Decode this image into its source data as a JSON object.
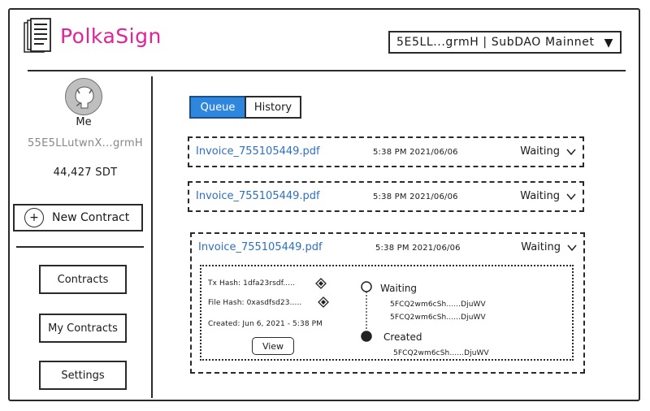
{
  "header": {
    "brand": "PolkaSign",
    "network_select": "5E5LL...grmH | SubDAO Mainnet"
  },
  "sidebar": {
    "user_name": "Me",
    "address": "55E5LLutwnX...grmH",
    "balance": "44,427 SDT",
    "new_contract_label": "New Contract",
    "nav": [
      {
        "label": "Contracts"
      },
      {
        "label": "My Contracts"
      },
      {
        "label": "Settings"
      }
    ]
  },
  "tabs": [
    {
      "label": "Queue",
      "active": true
    },
    {
      "label": "History",
      "active": false
    }
  ],
  "contracts": [
    {
      "file": "Invoice_755105449.pdf",
      "time": "5:38 PM 2021/06/06",
      "status": "Waiting"
    },
    {
      "file": "Invoice_755105449.pdf",
      "time": "5:38 PM 2021/06/06",
      "status": "Waiting"
    },
    {
      "file": "Invoice_755105449.pdf",
      "time": "5:38 PM 2021/06/06",
      "status": "Waiting"
    }
  ],
  "detail": {
    "tx_hash": "Tx Hash: 1dfa23rsdf.....",
    "file_hash": "File Hash: 0xasdfsd23.....",
    "created": "Created: Jun 6, 2021 - 5:38 PM",
    "view_label": "View",
    "timeline": {
      "waiting_label": "Waiting",
      "waiting_addrs": [
        "5FCQ2wm6cSh......DjuWV",
        "5FCQ2wm6cSh......DjuWV"
      ],
      "created_label": "Created",
      "created_addr": "5FCQ2wm6cSh......DjuWV"
    }
  },
  "colors": {
    "brand": "#e0239a",
    "accent": "#2f86dd",
    "link": "#2f6fbf"
  }
}
